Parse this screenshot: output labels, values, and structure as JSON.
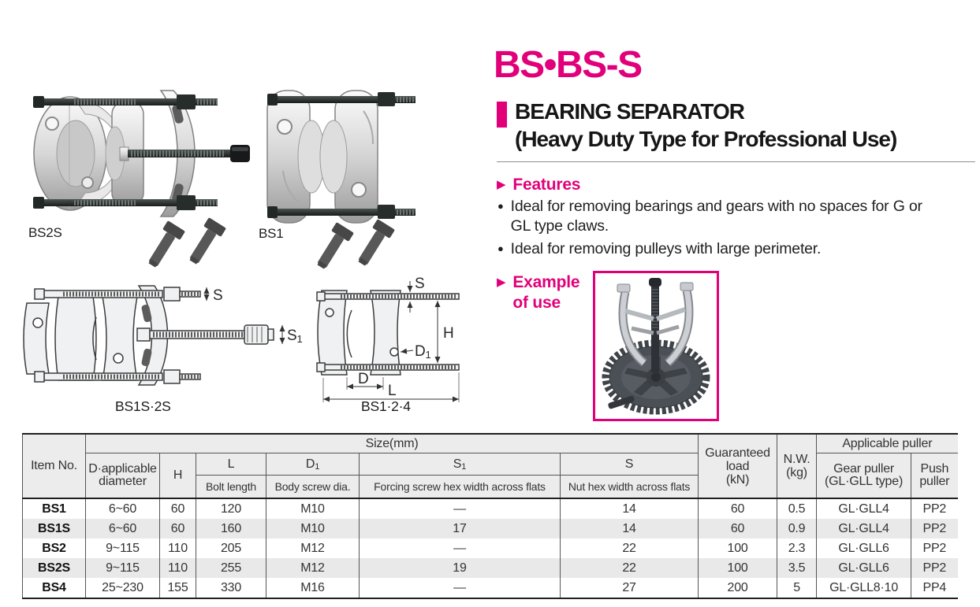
{
  "colors": {
    "magenta": "#e2007a",
    "header_bg": "#ececec",
    "stripe_bg": "#e9e9e9"
  },
  "hero": {
    "model": "BS•BS-S",
    "title": "BEARING SEPARATOR",
    "subtitle": "(Heavy Duty Type for Professional Use)"
  },
  "photos": {
    "bs2s_label": "BS2S",
    "bs1_label": "BS1"
  },
  "drawings": {
    "bs1s2s_label": "BS1S·2S",
    "bs124_label": "BS1·2·4",
    "dims": {
      "s": "S",
      "s1_base": "S",
      "h": "H",
      "d1_base": "D",
      "d": "D",
      "l": "L",
      "sub1": "1"
    }
  },
  "features": {
    "heading": "Features",
    "items": [
      "Ideal for removing bearings and gears with no spaces for G or GL type claws.",
      "Ideal for removing pulleys with large perimeter."
    ]
  },
  "example": {
    "line1": "Example",
    "line2": "of use"
  },
  "table": {
    "headers": {
      "item_no": "Item No.",
      "size_group": "Size(mm)",
      "d_line1": "D·applicable",
      "d_line2": "diameter",
      "h": "H",
      "l": "L",
      "l_sub": "Bolt length",
      "d1_base": "D",
      "d1_sub": "1",
      "d1_desc": "Body screw dia.",
      "s1_base": "S",
      "s1_sub": "1",
      "s1_desc": "Forcing screw hex width across flats",
      "s": "S",
      "s_desc": "Nut hex width across flats",
      "load_line1": "Guaranteed",
      "load_line2": "load",
      "load_line3": "(kN)",
      "nw_line1": "N.W.",
      "nw_line2": "(kg)",
      "applicable": "Applicable puller",
      "gear_line1": "Gear puller",
      "gear_line2": "(GL·GLL type)",
      "push_line1": "Push",
      "push_line2": "puller"
    },
    "rows": [
      [
        "BS1",
        "6~60",
        "60",
        "120",
        "M10",
        "—",
        "14",
        "60",
        "0.5",
        "GL·GLL4",
        "PP2"
      ],
      [
        "BS1S",
        "6~60",
        "60",
        "160",
        "M10",
        "17",
        "14",
        "60",
        "0.9",
        "GL·GLL4",
        "PP2"
      ],
      [
        "BS2",
        "9~115",
        "110",
        "205",
        "M12",
        "—",
        "22",
        "100",
        "2.3",
        "GL·GLL6",
        "PP2"
      ],
      [
        "BS2S",
        "9~115",
        "110",
        "255",
        "M12",
        "19",
        "22",
        "100",
        "3.5",
        "GL·GLL6",
        "PP2"
      ],
      [
        "BS4",
        "25~230",
        "155",
        "330",
        "M16",
        "—",
        "27",
        "200",
        "5",
        "GL·GLL8·10",
        "PP4"
      ]
    ]
  }
}
